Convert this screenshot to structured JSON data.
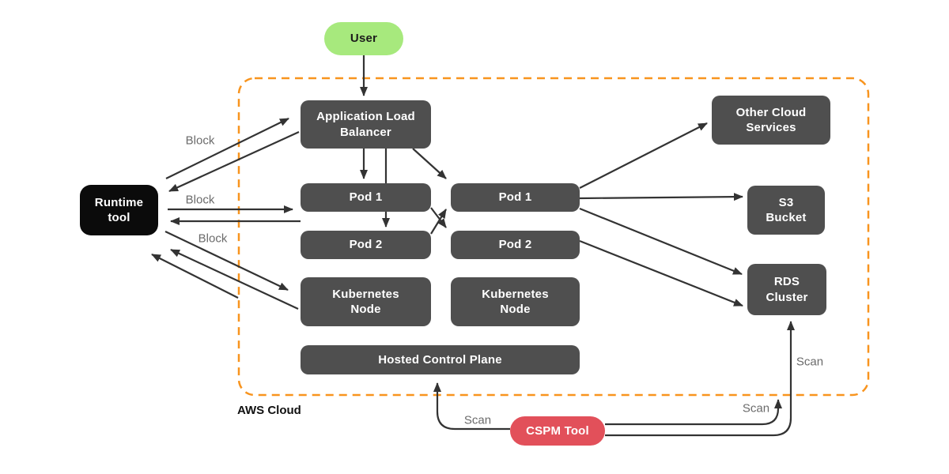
{
  "region": {
    "label": "AWS Cloud"
  },
  "nodes": {
    "user": {
      "label": "User"
    },
    "alb": {
      "label": "Application Load\nBalancer"
    },
    "pod1_left": {
      "label": "Pod 1"
    },
    "pod2_left": {
      "label": "Pod 2"
    },
    "k8s_left": {
      "label": "Kubernetes\nNode"
    },
    "pod1_right": {
      "label": "Pod 1"
    },
    "pod2_right": {
      "label": "Pod 2"
    },
    "k8s_right": {
      "label": "Kubernetes\nNode"
    },
    "hcp": {
      "label": "Hosted Control Plane"
    },
    "ocs": {
      "label": "Other Cloud\nServices"
    },
    "s3": {
      "label": "S3\nBucket"
    },
    "rds": {
      "label": "RDS\nCluster"
    },
    "runtime": {
      "label": "Runtime\ntool"
    },
    "cspm": {
      "label": "CSPM Tool"
    }
  },
  "edge_labels": {
    "block_alb": "Block",
    "block_pod": "Block",
    "block_node": "Block",
    "scan_hcp": "Scan",
    "scan_border": "Scan",
    "scan_rds": "Scan"
  },
  "edges": [
    {
      "from": "user",
      "to": "application-load-balancer"
    },
    {
      "from": "application-load-balancer",
      "to": "pod-1-left"
    },
    {
      "from": "application-load-balancer",
      "to": "pod-2-left"
    },
    {
      "from": "application-load-balancer",
      "to": "pod-1-right"
    },
    {
      "from": "pod-1-left",
      "to": "pod-2-right"
    },
    {
      "from": "pod-2-left",
      "to": "pod-1-right"
    },
    {
      "from": "pod-1-right",
      "to": "other-cloud-services"
    },
    {
      "from": "pod-1-right",
      "to": "s3-bucket"
    },
    {
      "from": "pod-1-right",
      "to": "rds-cluster"
    },
    {
      "from": "pod-2-right",
      "to": "rds-cluster"
    },
    {
      "from": "runtime-tool",
      "to": "application-load-balancer",
      "label": "Block"
    },
    {
      "from": "application-load-balancer",
      "to": "runtime-tool"
    },
    {
      "from": "runtime-tool",
      "to": "pod-1-left",
      "label": "Block"
    },
    {
      "from": "pod-1-left",
      "to": "runtime-tool"
    },
    {
      "from": "runtime-tool",
      "to": "kubernetes-node-left",
      "label": "Block"
    },
    {
      "from": "kubernetes-node-left",
      "to": "runtime-tool"
    },
    {
      "from": "aws-cloud-boundary",
      "to": "runtime-tool"
    },
    {
      "from": "cspm-tool",
      "to": "hosted-control-plane",
      "label": "Scan"
    },
    {
      "from": "cspm-tool",
      "to": "aws-cloud-boundary",
      "label": "Scan"
    },
    {
      "from": "cspm-tool",
      "to": "rds-cluster",
      "label": "Scan"
    }
  ],
  "colors": {
    "boundary_orange": "#F8941E",
    "node_gray": "#4F4F4F",
    "user_green": "#A7E97D",
    "cspm_red": "#E2505A",
    "runtime_black": "#0B0B0B",
    "arrow": "#333333",
    "edge_label_gray": "#6B6B6B"
  }
}
